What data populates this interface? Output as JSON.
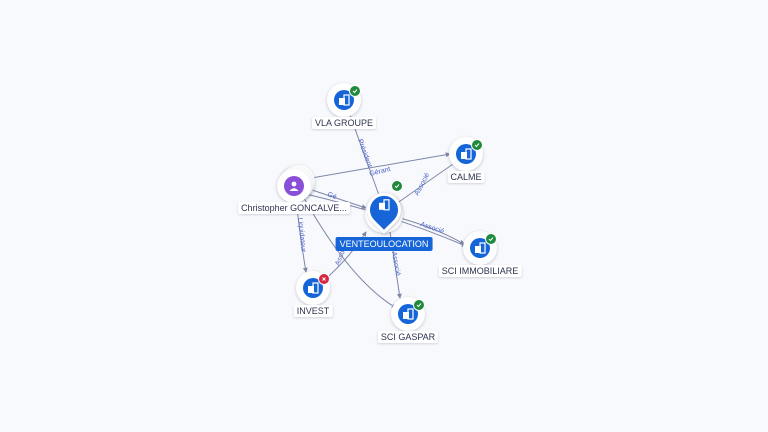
{
  "center": {
    "name": "VENTEOULOCATION",
    "icon": "company-icon",
    "status": "active"
  },
  "person": {
    "name": "Christopher GONCALVE...",
    "icon": "person-icon"
  },
  "companies": [
    {
      "key": "vla",
      "name": "VLA GROUPE",
      "icon": "company-icon",
      "status": "active"
    },
    {
      "key": "calme",
      "name": "CALME",
      "icon": "company-icon",
      "status": "active"
    },
    {
      "key": "sci_immo",
      "name": "SCI IMMOBILIARE",
      "icon": "company-icon",
      "status": "active"
    },
    {
      "key": "sci_gaspar",
      "name": "SCI GASPAR",
      "icon": "company-icon",
      "status": "active"
    },
    {
      "key": "invest",
      "name": "INVEST",
      "icon": "company-icon",
      "status": "closed"
    }
  ],
  "edge_labels": {
    "president": "Président",
    "gerant": "Gérant",
    "associe": "Associé",
    "liquidateur": "Liquidateur",
    "ge": "Gé"
  },
  "colors": {
    "company": "#1565d8",
    "person": "#8a4fd9",
    "active": "#1f8a3c",
    "closed": "#d7263d",
    "edge": "#7d86a8",
    "edge_label": "#4a64c8"
  }
}
